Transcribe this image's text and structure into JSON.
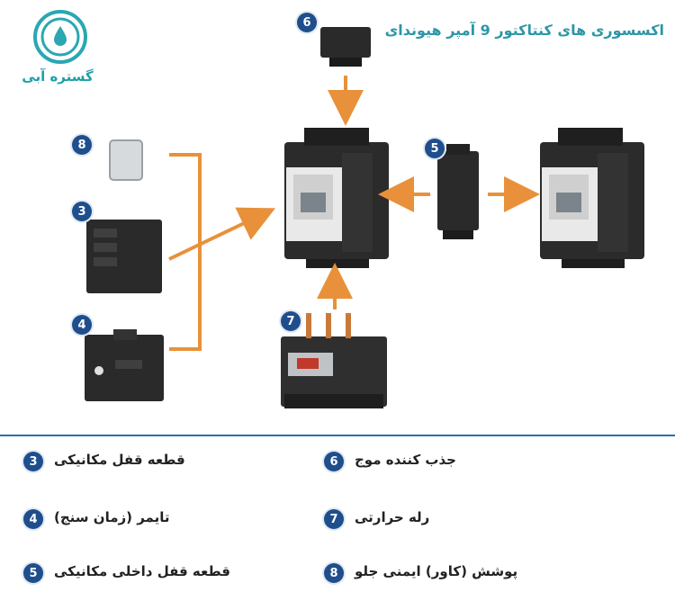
{
  "title": "اکسسوری های کنتاکتور 9 آمپر هیوندای",
  "logo": {
    "text": "گستره آبی",
    "icon": "water-drop-logo-icon"
  },
  "colors": {
    "accent": "#e8913a",
    "badge": "#1f4e8c",
    "teal": "#2d96a8",
    "divider": "#2d6fa8"
  },
  "badges": {
    "b6": "6",
    "b8": "8",
    "b3": "3",
    "b4": "4",
    "b5": "5",
    "b7": "7"
  },
  "legend": {
    "left": [
      {
        "num": "3",
        "label": "قطعه قفل مکانیکی"
      },
      {
        "num": "4",
        "label": "تایمر (زمان سنج)"
      },
      {
        "num": "5",
        "label": "قطعه قفل داخلی مکانیکی"
      }
    ],
    "right": [
      {
        "num": "6",
        "label": "جذب کننده موج"
      },
      {
        "num": "7",
        "label": "رله حرارتی"
      },
      {
        "num": "8",
        "label": "پوشش (کاور) ایمنی جلو"
      }
    ]
  }
}
